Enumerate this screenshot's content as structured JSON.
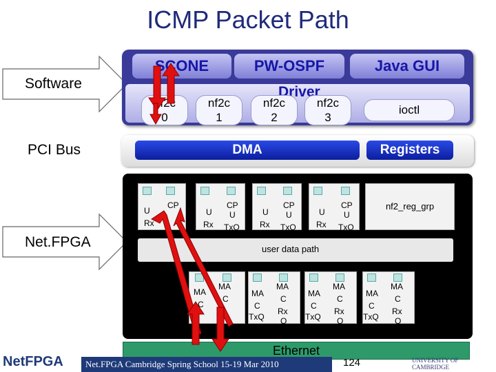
{
  "title": "ICMP Packet Path",
  "left_labels": {
    "software": "Software",
    "pci_bus": "PCI Bus",
    "netfpga": "Net.FPGA"
  },
  "apps": {
    "scone": "SCONE",
    "pwospf": "PW-OSPF",
    "javagui": "Java GUI"
  },
  "driver": {
    "title": "Driver",
    "interfaces": [
      {
        "l1": "nf2c",
        "l2": "0"
      },
      {
        "l1": "nf2c",
        "l2": "1"
      },
      {
        "l1": "nf2c",
        "l2": "2"
      },
      {
        "l1": "nf2c",
        "l2": "3"
      }
    ],
    "ioctl": "ioctl"
  },
  "pci": {
    "dma": "DMA",
    "registers": "Registers"
  },
  "cpu_queues": [
    {
      "rx_top": "U",
      "rx_bot": "Rx",
      "tx_top": "CP",
      "tx_bot": ""
    },
    {
      "rx_top": "U",
      "rx_bot": "Rx",
      "tx_top": "CP",
      "tx_mid": "U",
      "tx_bot": "TxQ"
    },
    {
      "rx_top": "U",
      "rx_bot": "Rx",
      "tx_top": "CP",
      "tx_mid": "U",
      "tx_bot": "TxQ"
    },
    {
      "rx_top": "U",
      "rx_bot": "Rx",
      "tx_top": "CP",
      "tx_mid": "U",
      "tx_bot": "TxQ"
    }
  ],
  "reg_grp": "nf2_reg_grp",
  "user_data_path": "user data path",
  "mac_queues": [
    {
      "tx1": "MA",
      "tx2": "C",
      "tx3": "",
      "rx1": "MA",
      "rx2": "C",
      "rx3": ""
    },
    {
      "tx1": "MA",
      "tx2": "C",
      "tx3": "TxQ",
      "rx1": "MA",
      "rx2": "C",
      "rx3": "Rx",
      "rx4": "Q"
    },
    {
      "tx1": "MA",
      "tx2": "C",
      "tx3": "TxQ",
      "rx1": "MA",
      "rx2": "C",
      "rx3": "Rx",
      "rx4": "Q"
    },
    {
      "tx1": "MA",
      "tx2": "C",
      "tx3": "TxQ",
      "rx1": "MA",
      "rx2": "C",
      "rx3": "Rx",
      "rx4": "Q"
    }
  ],
  "ethernet": "Ethernet",
  "footer": {
    "event": "Net.FPGA Cambridge Spring School 15-19 Mar 2010",
    "page": "124",
    "logo_left": "NetFPGA",
    "logo_right_1": "UNIVERSITY OF",
    "logo_right_2": "CAMBRIDGE"
  },
  "colors": {
    "title": "#1f2a7a",
    "purple_band": "#3a3a9a",
    "app_text": "#1616a8",
    "dma_blue": "#0c1e9e",
    "ethernet_green": "#2e9a6a",
    "arrow_red": "#e01010"
  }
}
